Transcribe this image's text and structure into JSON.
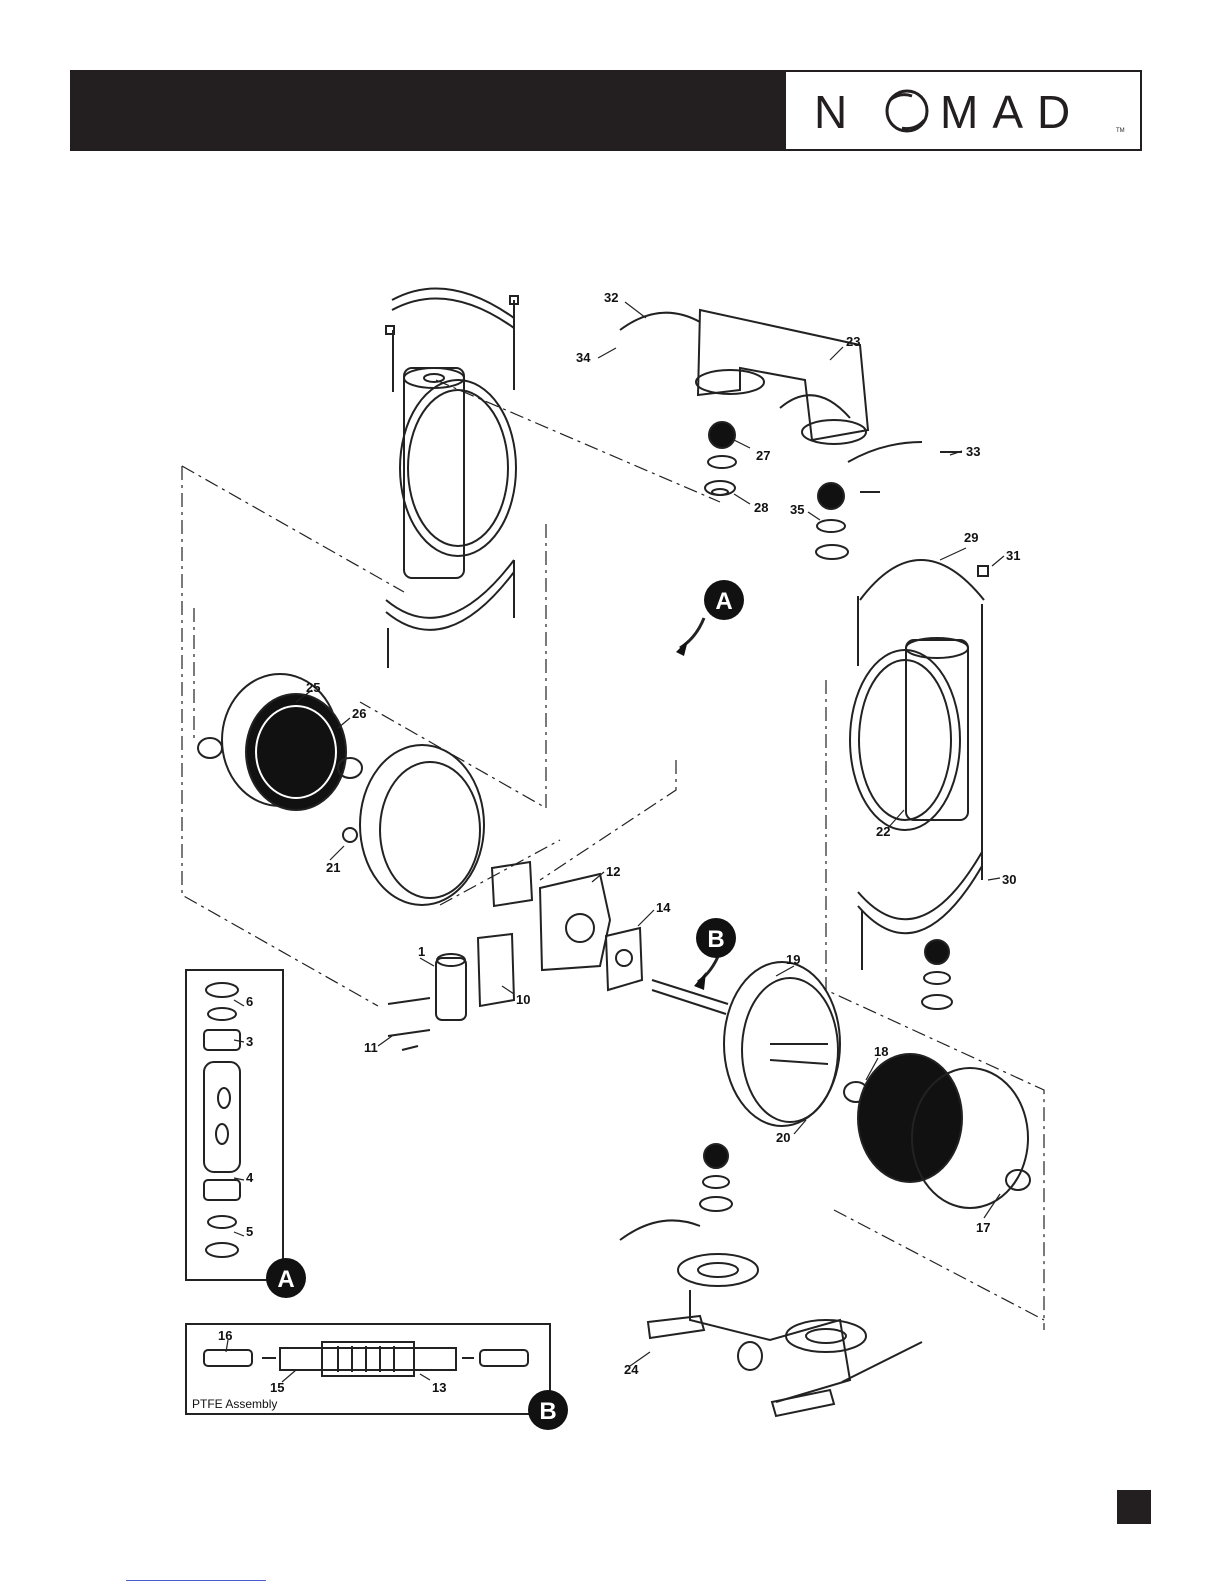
{
  "header": {
    "brand": "N MAD",
    "trademark": "TM"
  },
  "diagram": {
    "callouts": {
      "c1": "1",
      "c3": "3",
      "c4": "4",
      "c5": "5",
      "c6": "6",
      "c10": "10",
      "c11": "11",
      "c12": "12",
      "c13": "13",
      "c14": "14",
      "c15": "15",
      "c16": "16",
      "c17": "17",
      "c18": "18",
      "c19": "19",
      "c20": "20",
      "c21": "21",
      "c22": "22",
      "c23": "23",
      "c24": "24",
      "c25": "25",
      "c26": "26",
      "c27": "27",
      "c28": "28",
      "c29": "29",
      "c30": "30",
      "c31": "31",
      "c32": "32",
      "c33": "33",
      "c34": "34",
      "c35": "35"
    },
    "badges": {
      "a": "A",
      "b": "B"
    },
    "inset_b_caption": "PTFE Assembly"
  }
}
